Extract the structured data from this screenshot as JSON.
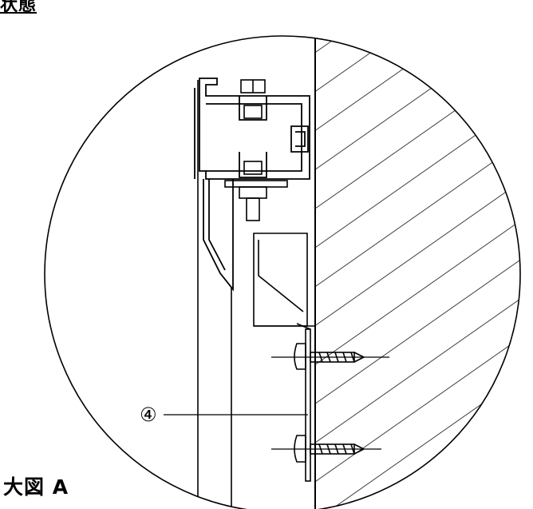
{
  "heading_fragment": "状態",
  "figure_caption": "大図 A",
  "callouts": [
    {
      "label": "④"
    }
  ],
  "colors": {
    "line": "#000000",
    "background": "#ffffff"
  }
}
